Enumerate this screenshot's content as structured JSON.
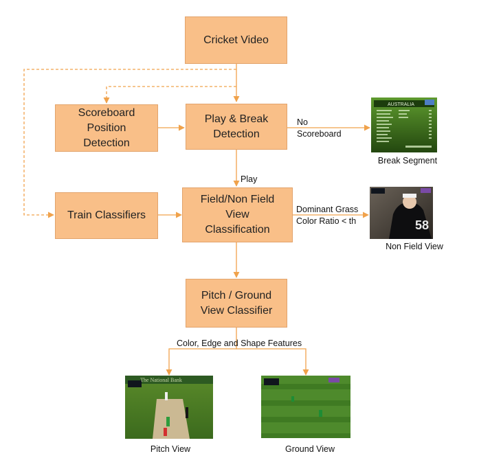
{
  "nodes": {
    "cricket_video": "Cricket Video",
    "scoreboard_detection": "Scoreboard\nPosition\nDetection",
    "play_break": "Play & Break\nDetection",
    "train_classifiers": "Train Classifiers",
    "field_view": "Field/Non Field\nView\nClassification",
    "pitch_ground": "Pitch / Ground\nView Classifier"
  },
  "edge_labels": {
    "no_scoreboard": "No\nScoreboard",
    "play": "Play",
    "grass": "Dominant Grass\nColor Ratio < th",
    "features": "Color,  Edge and Shape Features"
  },
  "images": {
    "break_segment": "Break Segment",
    "non_field": "Non Field View",
    "pitch": "Pitch View",
    "ground": "Ground View"
  },
  "thumb_text": {
    "scoreboard_country": "AUSTRALIA",
    "pitch_banner": "The National Bank",
    "jersey_number": "58"
  },
  "colors": {
    "box_fill": "#f9bf88",
    "box_border": "#e2a36b",
    "arrow": "#f0a24b"
  }
}
